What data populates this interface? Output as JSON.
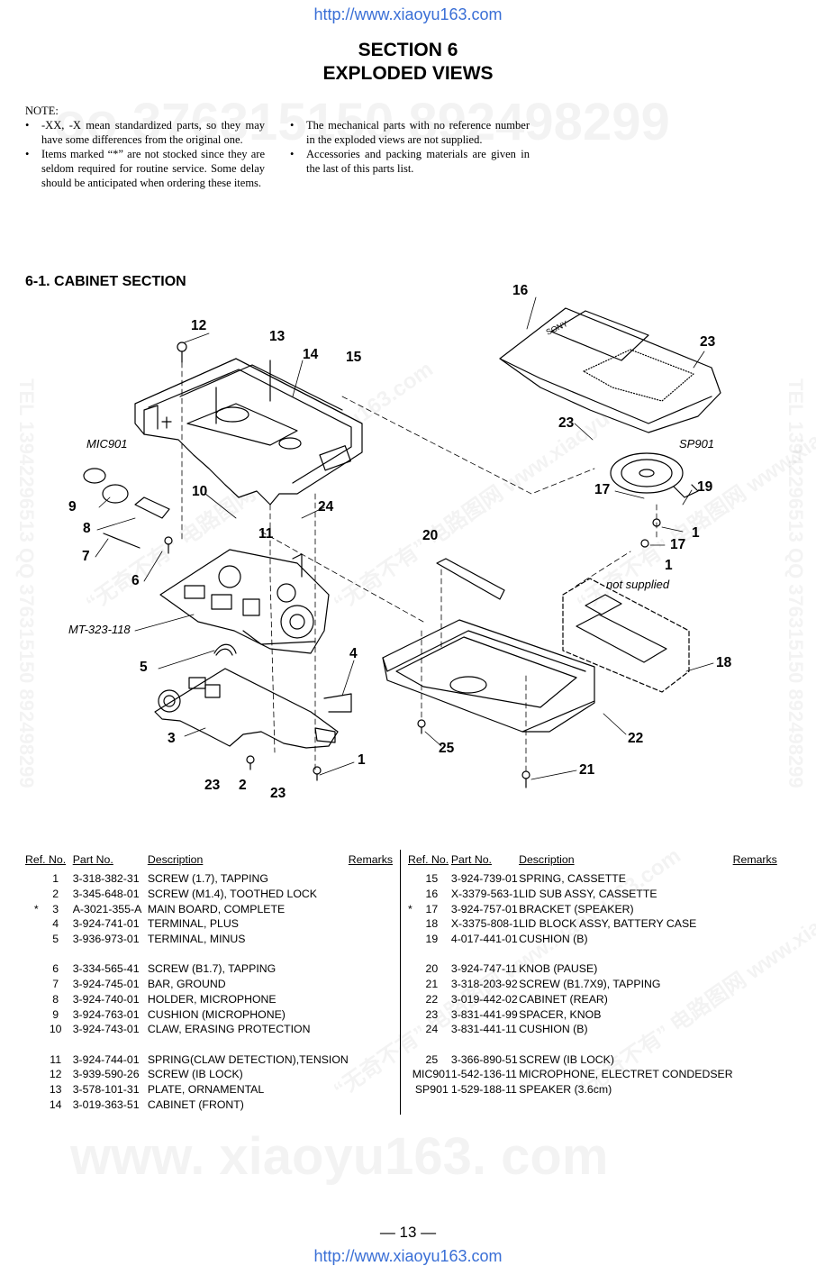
{
  "header": {
    "url_top": "http://www.xiaoyu163.com",
    "section": "SECTION 6",
    "title": "EXPLODED VIEWS"
  },
  "note": {
    "label": "NOTE:",
    "left": [
      "-XX, -X mean standardized parts, so they may have some differences from the original one.",
      "Items marked “*” are not stocked since they are seldom required for routine service. Some delay should be anticipated when ordering these items."
    ],
    "right": [
      "The mechanical parts with no reference number in the exploded views are not supplied.",
      "Accessories and packing materials are given in the last of this parts list."
    ]
  },
  "section_title": "6-1. CABINET SECTION",
  "watermarks": {
    "main": "oo 376315150  892498299",
    "bottom": "www. xiaoyu163. com",
    "side_left": "TEL 13942296513  QQ 376315150  892498299",
    "side_right": "TEL 13942296513  QQ 376315150  892498299",
    "diag": "“无奇不有” 电路图网  www.xiaoyu163.com"
  },
  "diagram": {
    "labels": [
      "MIC901",
      "SP901",
      "MT-323-118",
      "not supplied"
    ],
    "callouts": [
      "1",
      "2",
      "3",
      "4",
      "5",
      "6",
      "7",
      "8",
      "9",
      "10",
      "11",
      "12",
      "13",
      "14",
      "15",
      "16",
      "17",
      "18",
      "19",
      "20",
      "21",
      "22",
      "23",
      "24",
      "25"
    ]
  },
  "table": {
    "headers": {
      "ref": "Ref. No.",
      "part": "Part No.",
      "desc": "Description",
      "remarks": "Remarks"
    },
    "left": [
      {
        "star": "",
        "ref": "1",
        "part": "3-318-382-31",
        "desc": "SCREW (1.7), TAPPING"
      },
      {
        "star": "",
        "ref": "2",
        "part": "3-345-648-01",
        "desc": "SCREW (M1.4), TOOTHED LOCK"
      },
      {
        "star": "*",
        "ref": "3",
        "part": "A-3021-355-A",
        "desc": "MAIN BOARD, COMPLETE"
      },
      {
        "star": "",
        "ref": "4",
        "part": "3-924-741-01",
        "desc": "TERMINAL, PLUS"
      },
      {
        "star": "",
        "ref": "5",
        "part": "3-936-973-01",
        "desc": "TERMINAL, MINUS"
      },
      {
        "gap": true
      },
      {
        "star": "",
        "ref": "6",
        "part": "3-334-565-41",
        "desc": "SCREW (B1.7), TAPPING"
      },
      {
        "star": "",
        "ref": "7",
        "part": "3-924-745-01",
        "desc": "BAR, GROUND"
      },
      {
        "star": "",
        "ref": "8",
        "part": "3-924-740-01",
        "desc": "HOLDER, MICROPHONE"
      },
      {
        "star": "",
        "ref": "9",
        "part": "3-924-763-01",
        "desc": "CUSHION (MICROPHONE)"
      },
      {
        "star": "",
        "ref": "10",
        "part": "3-924-743-01",
        "desc": "CLAW, ERASING PROTECTION"
      },
      {
        "gap": true
      },
      {
        "star": "",
        "ref": "11",
        "part": "3-924-744-01",
        "desc": "SPRING(CLAW DETECTION),TENSION"
      },
      {
        "star": "",
        "ref": "12",
        "part": "3-939-590-26",
        "desc": "SCREW (IB LOCK)"
      },
      {
        "star": "",
        "ref": "13",
        "part": "3-578-101-31",
        "desc": "PLATE, ORNAMENTAL"
      },
      {
        "star": "",
        "ref": "14",
        "part": "3-019-363-51",
        "desc": "CABINET (FRONT)"
      }
    ],
    "right": [
      {
        "star": "",
        "ref": "15",
        "part": "3-924-739-01",
        "desc": "SPRING, CASSETTE"
      },
      {
        "star": "",
        "ref": "16",
        "part": "X-3379-563-1",
        "desc": "LID SUB ASSY, CASSETTE"
      },
      {
        "star": "*",
        "ref": "17",
        "part": "3-924-757-01",
        "desc": "BRACKET (SPEAKER)"
      },
      {
        "star": "",
        "ref": "18",
        "part": "X-3375-808-1",
        "desc": "LID BLOCK ASSY, BATTERY CASE"
      },
      {
        "star": "",
        "ref": "19",
        "part": "4-017-441-01",
        "desc": "CUSHION (B)"
      },
      {
        "gap": true
      },
      {
        "star": "",
        "ref": "20",
        "part": "3-924-747-11",
        "desc": "KNOB (PAUSE)"
      },
      {
        "star": "",
        "ref": "21",
        "part": "3-318-203-92",
        "desc": "SCREW (B1.7X9), TAPPING"
      },
      {
        "star": "",
        "ref": "22",
        "part": "3-019-442-02",
        "desc": "CABINET (REAR)"
      },
      {
        "star": "",
        "ref": "23",
        "part": "3-831-441-99",
        "desc": "SPACER, KNOB"
      },
      {
        "star": "",
        "ref": "24",
        "part": "3-831-441-11",
        "desc": "CUSHION (B)"
      },
      {
        "gap": true
      },
      {
        "star": "",
        "ref": "25",
        "part": "3-366-890-51",
        "desc": "SCREW (IB LOCK)"
      },
      {
        "star": "",
        "ref": "MIC901",
        "part": "1-542-136-11",
        "desc": "MICROPHONE, ELECTRET CONDEDSER"
      },
      {
        "star": "",
        "ref": "SP901",
        "part": "1-529-188-11",
        "desc": "SPEAKER (3.6cm)"
      }
    ]
  },
  "footer": {
    "page": "— 13 —",
    "url_bottom": "http://www.xiaoyu163.com"
  }
}
